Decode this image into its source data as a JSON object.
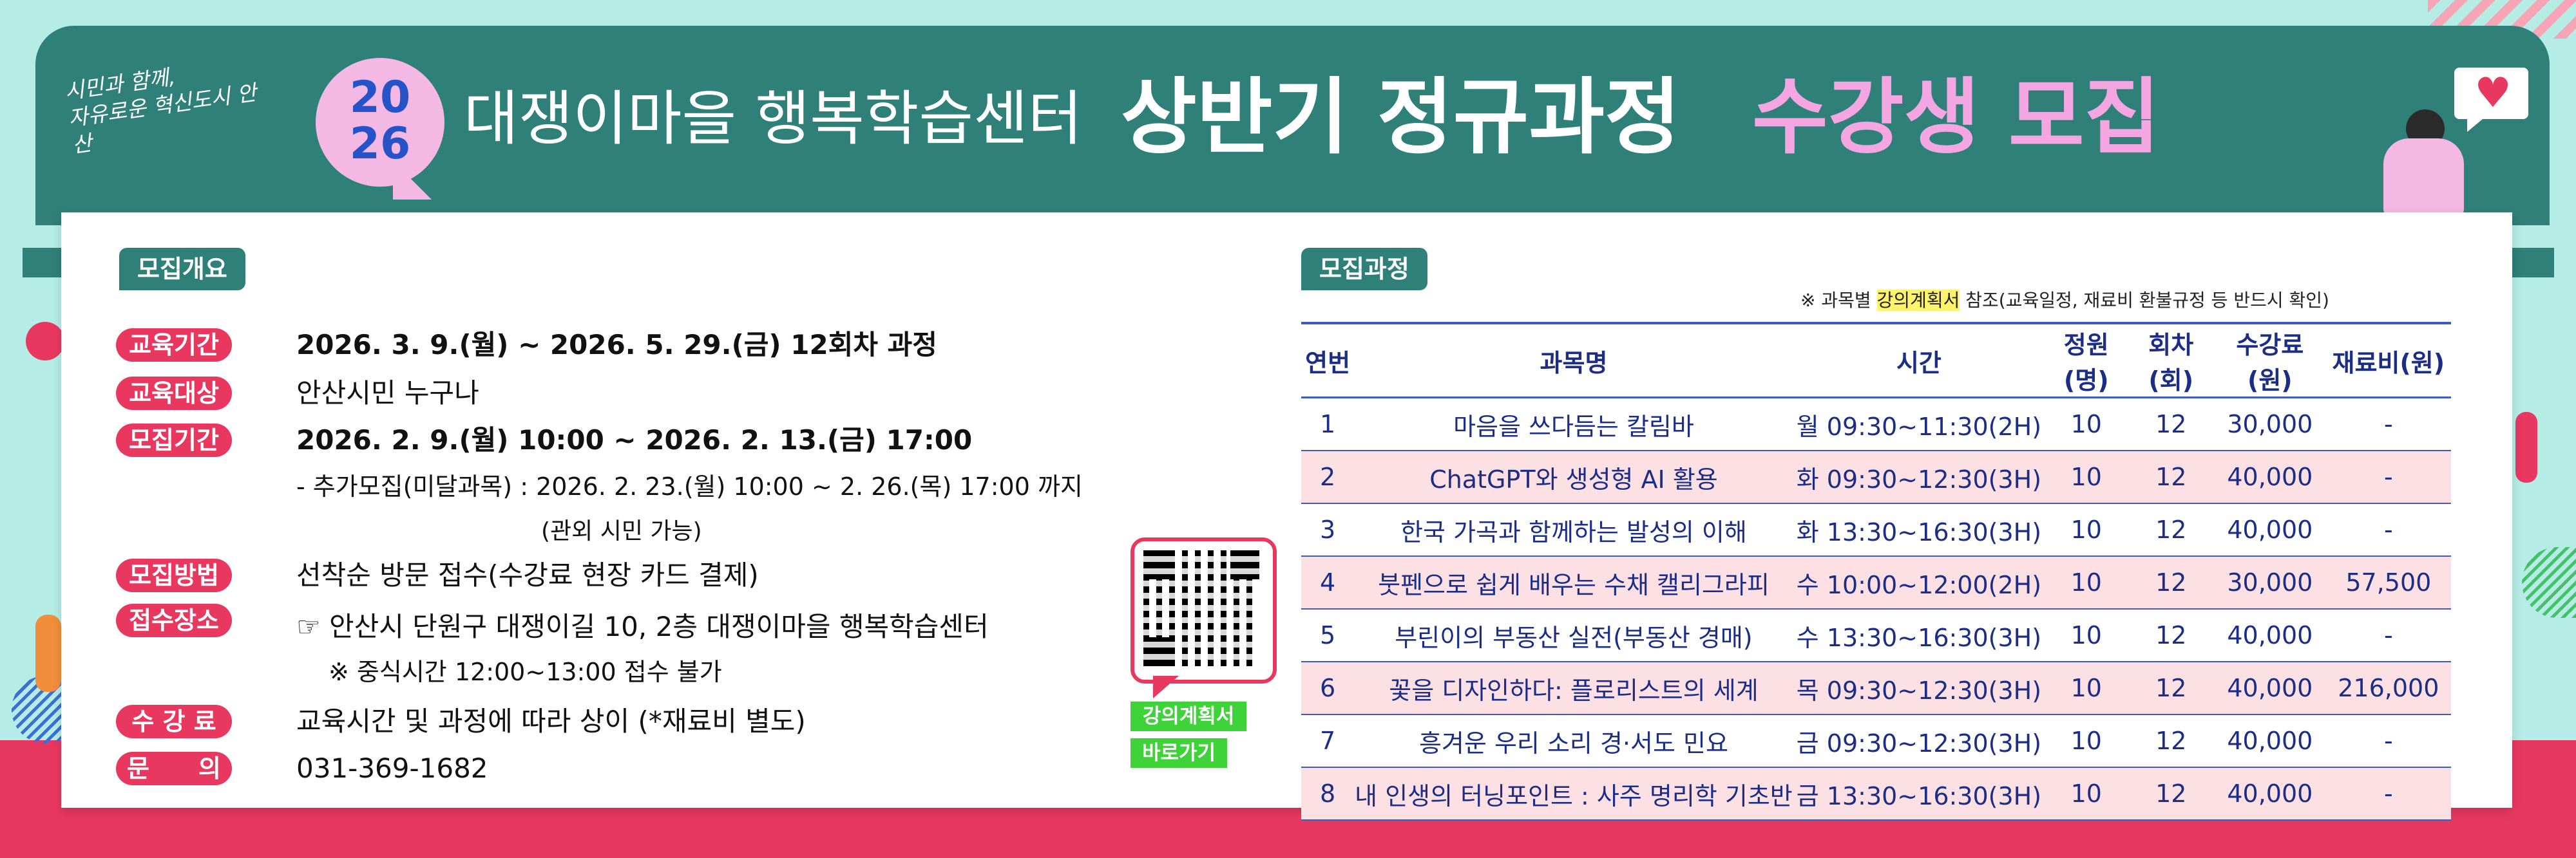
{
  "colors": {
    "teal": "#2e8078",
    "pink_accent": "#e8385f",
    "mint_bg": "#b6ece6",
    "title_highlight": "#f4a6e2",
    "table_text": "#1b2d86",
    "qr_button": "#3fd33a"
  },
  "header": {
    "logo_line1": "시민과 함께,",
    "logo_line2": "자유로운 혁신도시 안산",
    "year_top": "20",
    "year_bottom": "26",
    "title_main": "대쟁이마을 행복학습센터",
    "title_sub": "상반기 정규과정",
    "title_highlight": "수강생 모집",
    "heart_icon": "heart-icon"
  },
  "overview": {
    "section_label": "모집개요",
    "rows": [
      {
        "label": "교육기간",
        "value": "2026. 3. 9.(월) ~ 2026. 5. 29.(금) 12회차 과정"
      },
      {
        "label": "교육대상",
        "value": "안산시민 누구나"
      },
      {
        "label": "모집기간",
        "value": "2026. 2. 9.(월) 10:00 ~ 2026. 2. 13.(금) 17:00"
      },
      {
        "label": "모집방법",
        "value": "선착순 방문 접수(수강료 현장 카드 결제)"
      },
      {
        "label": "접수장소",
        "value": "☞ 안산시 단원구 대쟁이길 10, 2층 대쟁이마을 행복학습센터"
      },
      {
        "label": "수 강 료",
        "value": "교육시간 및 과정에 따라 상이 (*재료비 별도)"
      },
      {
        "label": "문　　의",
        "value": "031-369-1682"
      }
    ],
    "extra_recruit": "- 추가모집(미달과목) : 2026. 2. 23.(월) 10:00 ~ 2. 26.(목) 17:00 까지",
    "extra_recruit_note": "(관외 시민 가능)",
    "lunch_note": "※ 중식시간 12:00~13:00 접수 불가"
  },
  "qr": {
    "label_top": "강의계획서",
    "label_bottom": "바로가기"
  },
  "courses": {
    "section_label": "모집과정",
    "note_prefix": "※ 과목별 ",
    "note_highlight": "강의계획서",
    "note_suffix": " 참조(교육일정, 재료비 환불규정 등 반드시 확인)",
    "headers": [
      "연번",
      "과목명",
      "시간",
      "정원(명)",
      "회차(회)",
      "수강료(원)",
      "재료비(원)"
    ],
    "rows": [
      [
        "1",
        "마음을 쓰다듬는 칼림바",
        "월 09:30~11:30(2H)",
        "10",
        "12",
        "30,000",
        "-"
      ],
      [
        "2",
        "ChatGPT와 생성형 AI 활용",
        "화 09:30~12:30(3H)",
        "10",
        "12",
        "40,000",
        "-"
      ],
      [
        "3",
        "한국 가곡과 함께하는 발성의 이해",
        "화 13:30~16:30(3H)",
        "10",
        "12",
        "40,000",
        "-"
      ],
      [
        "4",
        "붓펜으로 쉽게 배우는 수채 캘리그라피",
        "수 10:00~12:00(2H)",
        "10",
        "12",
        "30,000",
        "57,500"
      ],
      [
        "5",
        "부린이의 부동산 실전(부동산 경매)",
        "수 13:30~16:30(3H)",
        "10",
        "12",
        "40,000",
        "-"
      ],
      [
        "6",
        "꽃을 디자인하다: 플로리스트의 세계",
        "목 09:30~12:30(3H)",
        "10",
        "12",
        "40,000",
        "216,000"
      ],
      [
        "7",
        "흥겨운 우리 소리 경·서도 민요",
        "금 09:30~12:30(3H)",
        "10",
        "12",
        "40,000",
        "-"
      ],
      [
        "8",
        "내 인생의 터닝포인트 : 사주 명리학 기초반",
        "금 13:30~16:30(3H)",
        "10",
        "12",
        "40,000",
        "-"
      ]
    ]
  }
}
